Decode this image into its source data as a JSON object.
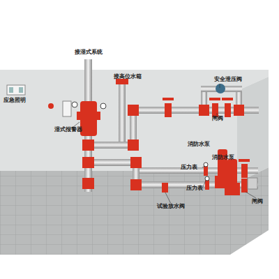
{
  "diagram": {
    "labels": [
      "应急照明",
      "接湿式系统",
      "接高位水箱",
      "安全泄压阀",
      "湿式报警器",
      "闸阀",
      "消防水泵",
      "消防水泵",
      "压力表",
      "压力表",
      "试验放水阀",
      "闸阀"
    ]
  }
}
